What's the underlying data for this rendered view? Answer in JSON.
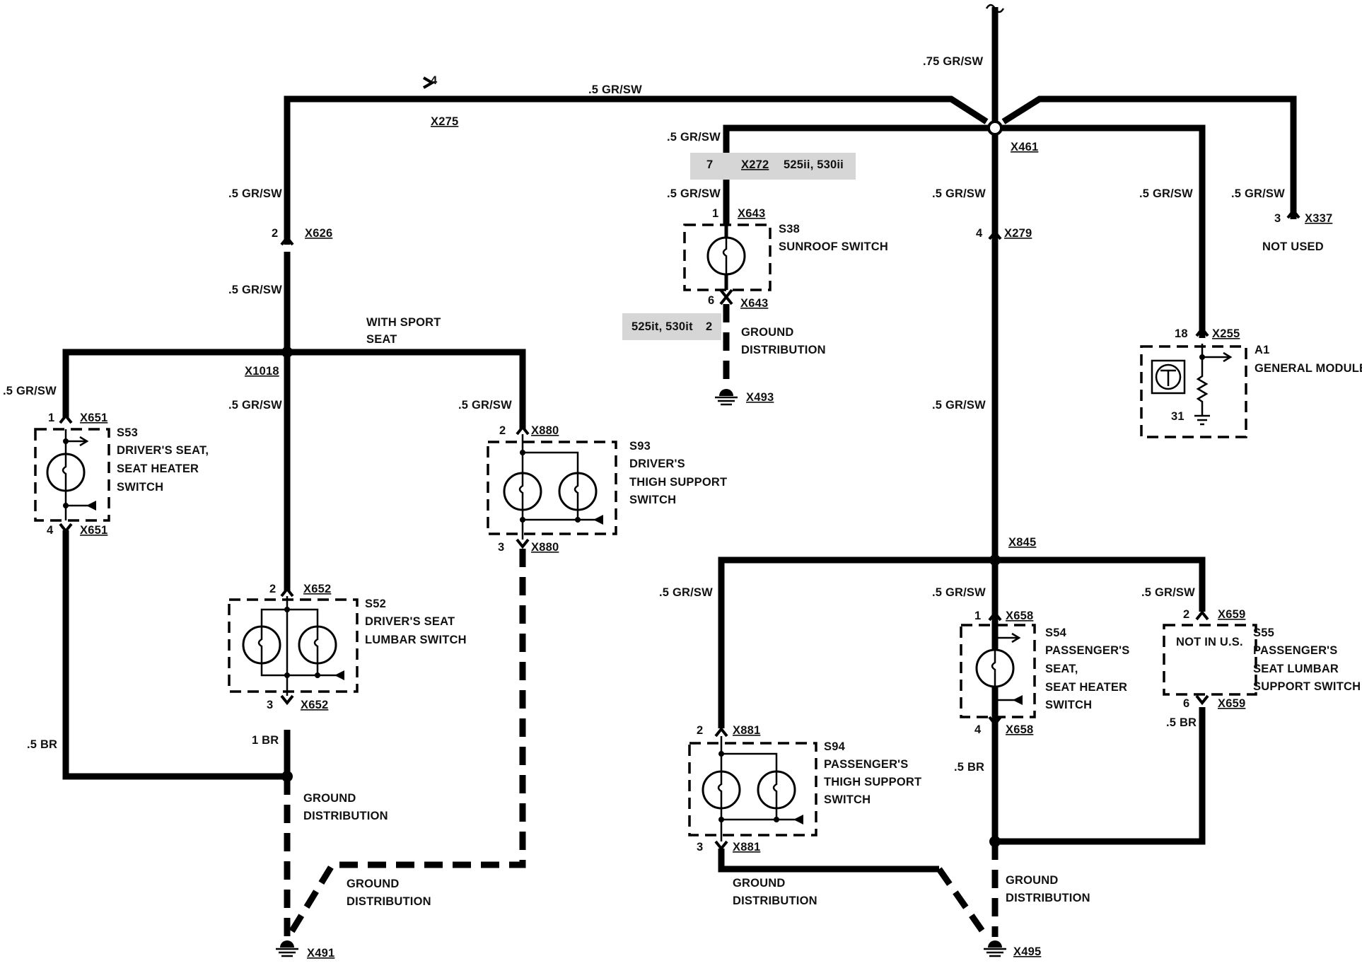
{
  "wire_labels": {
    "top_trunk": ".75 GR/SW",
    "top_run": ".5 GR/SW",
    "x272_above": ".5 GR/SW",
    "x272_below": ".5 GR/SW",
    "x626_above": ".5 GR/SW",
    "x626_below": ".5 GR/SW",
    "x1018_left": ".5 GR/SW",
    "x1018_down": ".5 GR/SW",
    "x880_above": ".5 GR/SW",
    "x279_above": ".5 GR/SW",
    "x279_below": ".5 GR/SW",
    "x255_above": ".5 GR/SW",
    "x337_above": ".5 GR/SW",
    "x845_left": ".5 GR/SW",
    "x845_mid": ".5 GR/SW",
    "x845_right": ".5 GR/SW",
    "s53_ground": ".5 BR",
    "s52_ground": "1 BR",
    "s54_ground": ".5 BR",
    "s55_ground": ".5 BR"
  },
  "connectors": {
    "x275": {
      "id": "X275",
      "pin": "4"
    },
    "x461": {
      "id": "X461"
    },
    "x272": {
      "id": "X272",
      "pin": "7",
      "variant": "525ii, 530ii"
    },
    "x643_top": {
      "id": "X643",
      "pin": "1"
    },
    "x643_bot": {
      "id": "X643",
      "pin": "6"
    },
    "ground_2": {
      "variant": "525it, 530it",
      "pin": "2"
    },
    "x626": {
      "id": "X626",
      "pin": "2"
    },
    "x1018": {
      "id": "X1018"
    },
    "x279": {
      "id": "X279",
      "pin": "4"
    },
    "x337": {
      "id": "X337",
      "pin": "3"
    },
    "x255": {
      "id": "X255",
      "pin": "18"
    },
    "x651_top": {
      "id": "X651",
      "pin": "1"
    },
    "x651_bot": {
      "id": "X651",
      "pin": "4"
    },
    "x880_top": {
      "id": "X880",
      "pin": "2"
    },
    "x880_bot": {
      "id": "X880",
      "pin": "3"
    },
    "x652_top": {
      "id": "X652",
      "pin": "2"
    },
    "x652_bot": {
      "id": "X652",
      "pin": "3"
    },
    "x845": {
      "id": "X845"
    },
    "x658_top": {
      "id": "X658",
      "pin": "1"
    },
    "x658_bot": {
      "id": "X658",
      "pin": "4"
    },
    "x659_top": {
      "id": "X659",
      "pin": "2"
    },
    "x659_bot": {
      "id": "X659",
      "pin": "6"
    },
    "x881_top": {
      "id": "X881",
      "pin": "2"
    },
    "x881_bot": {
      "id": "X881",
      "pin": "3"
    },
    "x493": {
      "id": "X493"
    },
    "x491": {
      "id": "X491"
    },
    "x495": {
      "id": "X495"
    }
  },
  "components": {
    "s38": {
      "id": "S38",
      "name": "SUNROOF SWITCH"
    },
    "a1": {
      "id": "A1",
      "name": "GENERAL MODULE",
      "pin": "31"
    },
    "s53": {
      "id": "S53",
      "line1": "DRIVER'S SEAT,",
      "line2": "SEAT HEATER",
      "line3": "SWITCH"
    },
    "s93": {
      "id": "S93",
      "line1": "DRIVER'S",
      "line2": "THIGH SUPPORT",
      "line3": "SWITCH"
    },
    "s52": {
      "id": "S52",
      "line1": "DRIVER'S SEAT",
      "line2": "LUMBAR SWITCH"
    },
    "s54": {
      "id": "S54",
      "line1": "PASSENGER'S",
      "line2": "SEAT,",
      "line3": "SEAT HEATER",
      "line4": "SWITCH"
    },
    "s55": {
      "id": "S55",
      "line1": "PASSENGER'S",
      "line2": "SEAT LUMBAR",
      "line3": "SUPPORT SWITCH",
      "note": "NOT IN U.S."
    },
    "s94": {
      "id": "S94",
      "line1": "PASSENGER'S",
      "line2": "THIGH SUPPORT",
      "line3": "SWITCH"
    }
  },
  "notes": {
    "not_used": "NOT USED",
    "with_sport_1": "WITH SPORT",
    "with_sport_2": "SEAT",
    "gd_s38_1": "GROUND",
    "gd_s38_2": "DISTRIBUTION",
    "gd_left_1": "GROUND",
    "gd_left_2": "DISTRIBUTION",
    "gd_bottom_1": "GROUND",
    "gd_bottom_2": "DISTRIBUTION",
    "gd_s94_1": "GROUND",
    "gd_s94_2": "DISTRIBUTION",
    "gd_right_1": "GROUND",
    "gd_right_2": "DISTRIBUTION"
  },
  "colors": {
    "ink": "#000000",
    "background": "#ffffff",
    "shading": "#d6d6d6"
  }
}
